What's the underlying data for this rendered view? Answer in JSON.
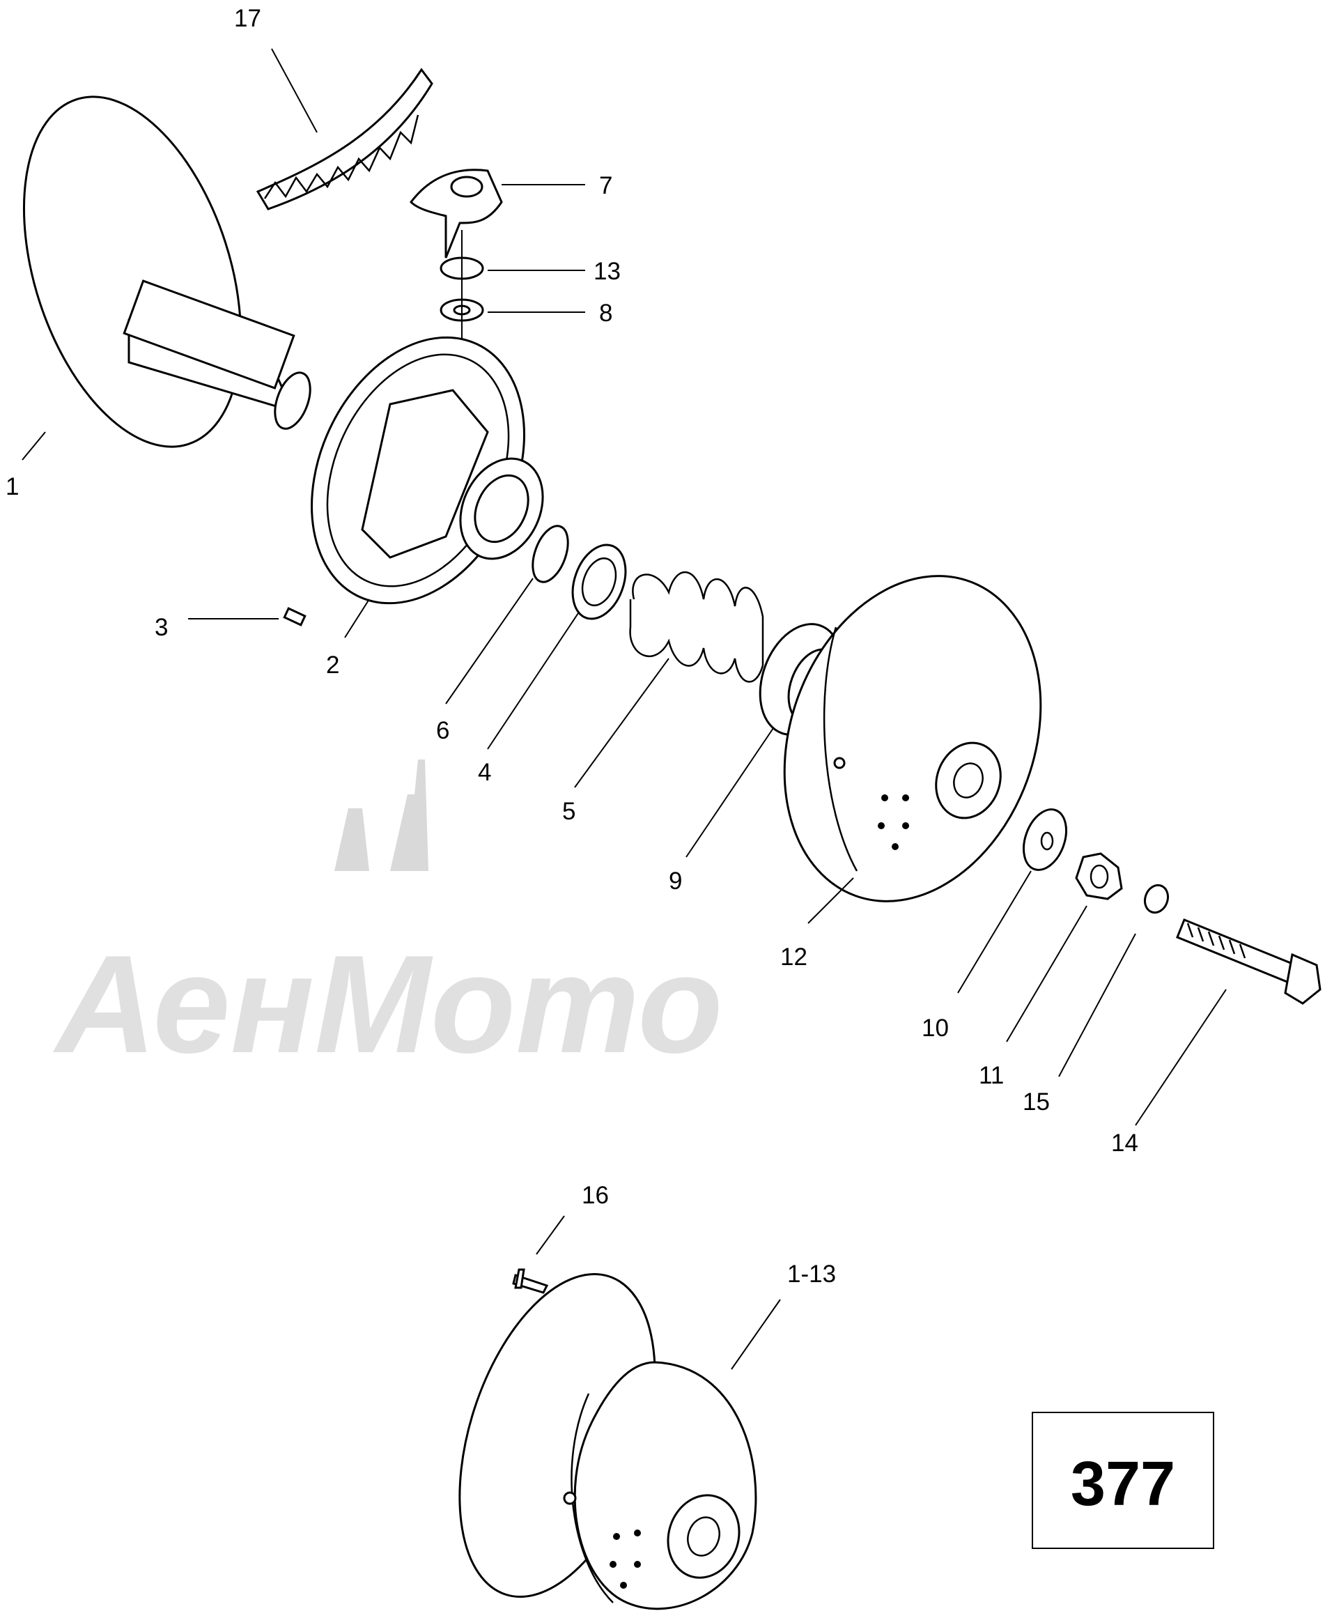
{
  "diagram": {
    "callouts": [
      "17",
      "7",
      "13",
      "8",
      "1",
      "3",
      "2",
      "6",
      "4",
      "5",
      "9",
      "12",
      "10",
      "11",
      "15",
      "14",
      "16",
      "1-13"
    ],
    "page_number": "377",
    "watermark": "АенМото"
  },
  "colors": {
    "ink": "#000000",
    "watermark": "#d9d9d9",
    "paper": "#ffffff"
  }
}
